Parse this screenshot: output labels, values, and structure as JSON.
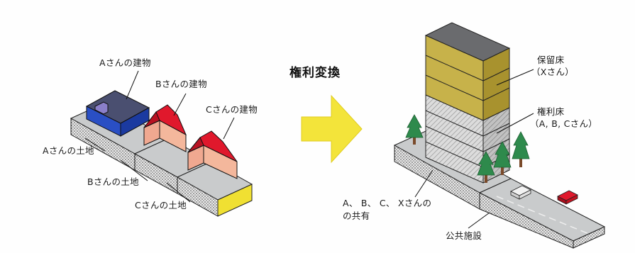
{
  "left": {
    "building_a": "Aさんの建物",
    "building_b": "Bさんの建物",
    "building_c": "Cさんの建物",
    "land_a": "Aさんの土地",
    "land_b": "Bさんの土地",
    "land_c": "Cさんの土地"
  },
  "center": {
    "title": "権利変換"
  },
  "right": {
    "reserved_floor": "保留床",
    "reserved_owner": "（Xさん）",
    "rights_floor": "権利床",
    "rights_owners": "（A, B, Cさん）",
    "shared_line1": "A、 B、 C、 Xさんの",
    "shared_line2": "の共有",
    "public": "公共施設"
  },
  "colors": {
    "building_a": "#2a4fc4",
    "roof": "#e0182c",
    "wall": "#f4b79c",
    "land_top": "#c9cbcc",
    "reserved_floor": "#c7b24a",
    "rights_floor": "#d4d4d4",
    "arrow": "#f3e43a",
    "tree": "#2e8a4c"
  }
}
